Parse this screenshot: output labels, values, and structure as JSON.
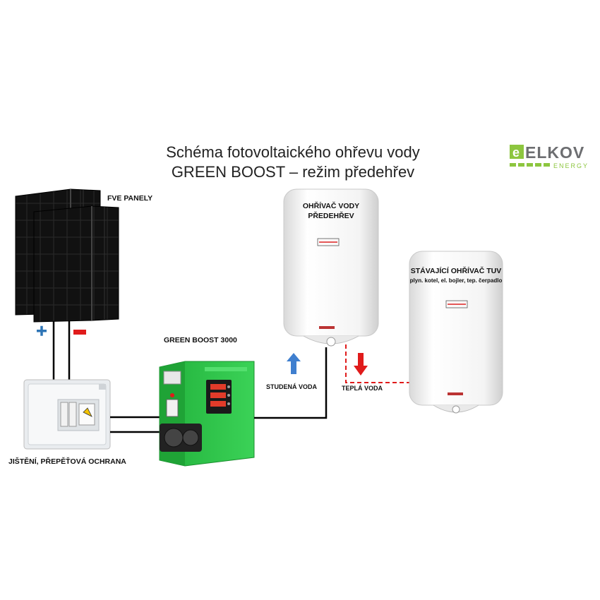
{
  "title": {
    "line1": "Schéma fotovoltaického ohřevu vody",
    "line2": "GREEN BOOST – režim předehřev"
  },
  "logo": {
    "brand": "ELKOV",
    "sub": "ENERGY",
    "accent_color": "#8dc63f",
    "text_color": "#6d6e71"
  },
  "labels": {
    "panels": "FVE PANELY",
    "plus": "+",
    "minus": "−",
    "breaker": "JIŠTĚNÍ, PŘEPĚŤOVÁ OCHRANA",
    "device": "GREEN BOOST 3000",
    "heater1_line1": "OHŘÍVAČ VODY",
    "heater1_line2": "PŘEDEHŘEV",
    "heater2_line1": "STÁVAJÍCÍ OHŘÍVAČ TUV",
    "heater2_line2": "plyn. kotel, el. bojler, tep. čerpadlo",
    "cold_water": "STUDENÁ VODA",
    "hot_water": "TEPLÁ VODA"
  },
  "colors": {
    "plus": "#2e75b6",
    "minus": "#e01b1b",
    "cold_arrow": "#3f7fcf",
    "hot_arrow": "#e01b1b",
    "device_green": "#2ec84a"
  },
  "icons": [
    "plus-sign",
    "minus-sign",
    "arrow-up-icon",
    "arrow-down-icon"
  ]
}
